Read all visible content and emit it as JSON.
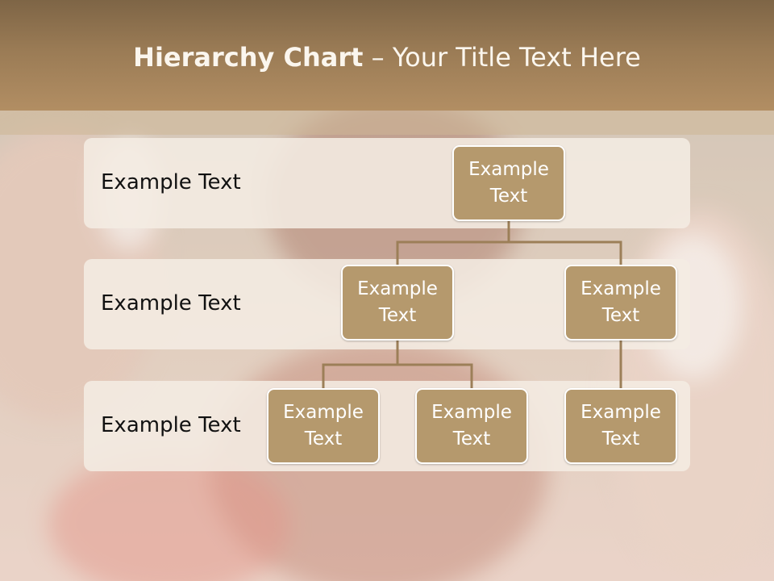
{
  "slide": {
    "title_bold": "Hierarchy Chart",
    "title_rest": " – Your Title Text Here"
  },
  "rows": [
    {
      "label": "Example Text"
    },
    {
      "label": "Example Text"
    },
    {
      "label": "Example Text"
    }
  ],
  "nodes": {
    "root": "Example Text",
    "level2_left": "Example Text",
    "level2_right": "Example Text",
    "level3_a": "Example Text",
    "level3_b": "Example Text",
    "level3_c": "Example Text"
  },
  "colors": {
    "node_fill": "#b5996d",
    "header": "#9a7b55",
    "connector": "#9c7f58"
  }
}
